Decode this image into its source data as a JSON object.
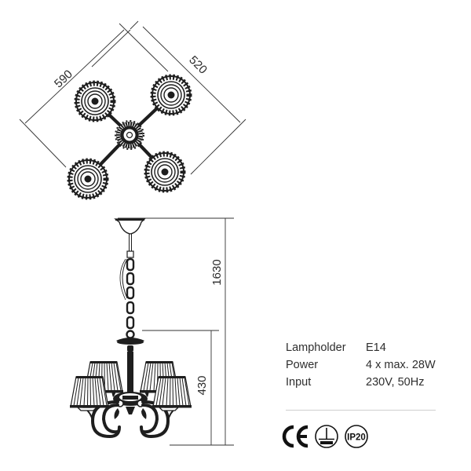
{
  "top_view": {
    "dimension_width": "590",
    "dimension_depth": "520",
    "lamp_count": 4
  },
  "side_view": {
    "dimension_total_height": "1630",
    "dimension_body_height": "430"
  },
  "specs": [
    {
      "label": "Lampholder",
      "value": "E14"
    },
    {
      "label": "Power",
      "value": "4 x max. 28W"
    },
    {
      "label": "Input",
      "value": "230V, 50Hz"
    }
  ],
  "certifications": [
    {
      "icon": "ce-mark-icon",
      "text": "CE"
    },
    {
      "icon": "protective-earth-icon",
      "text": ""
    },
    {
      "icon": "ip-rating-icon",
      "text": "IP20"
    }
  ],
  "colors": {
    "ink": "#1e1e1e",
    "text": "#2e2e2e",
    "divider": "#cfcfcf",
    "background": "#ffffff"
  }
}
